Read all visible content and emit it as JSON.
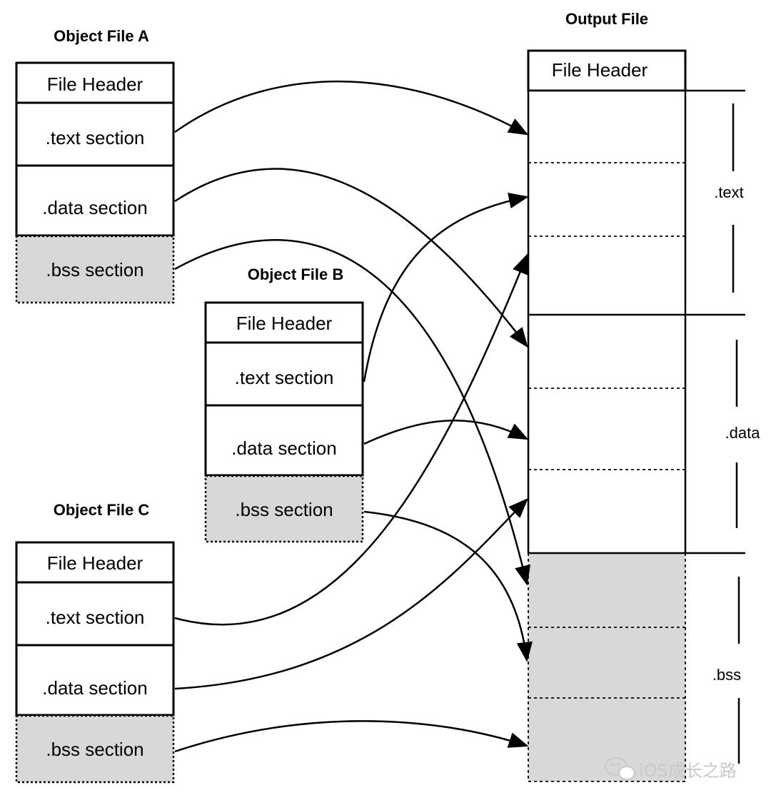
{
  "object_files": [
    {
      "title": "Object File A",
      "header": "File Header",
      "text": ".text section",
      "data": ".data section",
      "bss": ".bss section"
    },
    {
      "title": "Object File B",
      "header": "File Header",
      "text": ".text section",
      "data": ".data section",
      "bss": ".bss section"
    },
    {
      "title": "Object File C",
      "header": "File Header",
      "text": ".text section",
      "data": ".data section",
      "bss": ".bss section"
    }
  ],
  "output_file": {
    "title": "Output File",
    "header": "File Header",
    "segments": [
      ".text",
      ".data",
      ".bss"
    ]
  },
  "watermark": "iOS成长之路"
}
